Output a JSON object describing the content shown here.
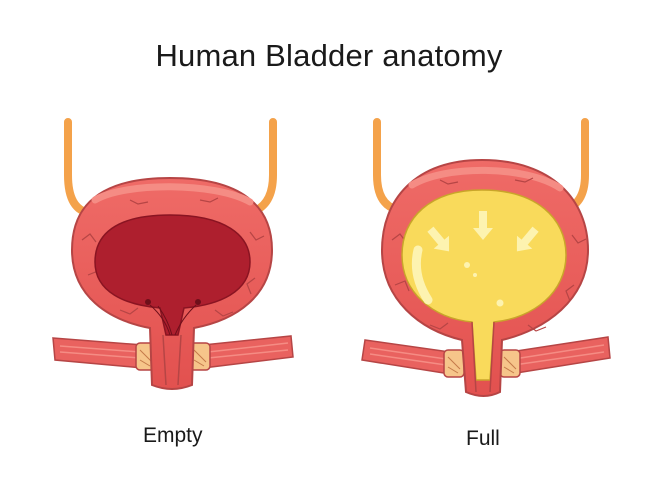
{
  "title": "Human Bladder anatomy",
  "labels": {
    "empty": "Empty",
    "full": "Full"
  },
  "colors": {
    "ureter": "#f4a24a",
    "wall_outer": "#e9625f",
    "wall_highlight": "#f58c84",
    "wall_detail": "#b64545",
    "lumen_empty": "#ae1f2e",
    "urine": "#f9da5b",
    "urine_highlight": "#fdf3b0",
    "sphincter": "#f6c58a"
  },
  "icons": [
    "downward-arrow-icon"
  ]
}
